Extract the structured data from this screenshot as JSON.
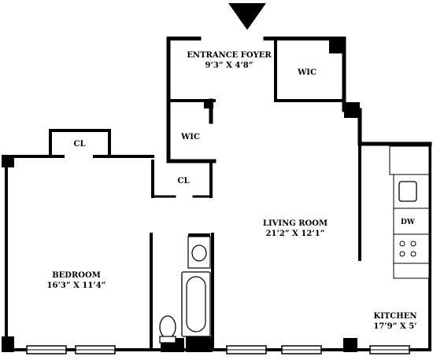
{
  "rooms": {
    "entrance_foyer": {
      "name": "ENTRANCE FOYER",
      "dims": "9’3” X 4’8”"
    },
    "wic_top": {
      "name": "WIC"
    },
    "wic_mid": {
      "name": "WIC"
    },
    "cl_bedroom": {
      "name": "CL"
    },
    "cl_center": {
      "name": "CL"
    },
    "living_room": {
      "name": "LIVING ROOM",
      "dims": "21’2” X 12’1”"
    },
    "bedroom": {
      "name": "BEDROOM",
      "dims": "16’3” X 11’4”"
    },
    "kitchen": {
      "name": "KITCHEN",
      "dims": "17’9” X 5’"
    }
  },
  "appliances": {
    "dishwasher": "DW"
  },
  "icons": {
    "entrance": "entrance-arrow-icon"
  },
  "colors": {
    "wall": "#000000",
    "background": "#ffffff"
  }
}
